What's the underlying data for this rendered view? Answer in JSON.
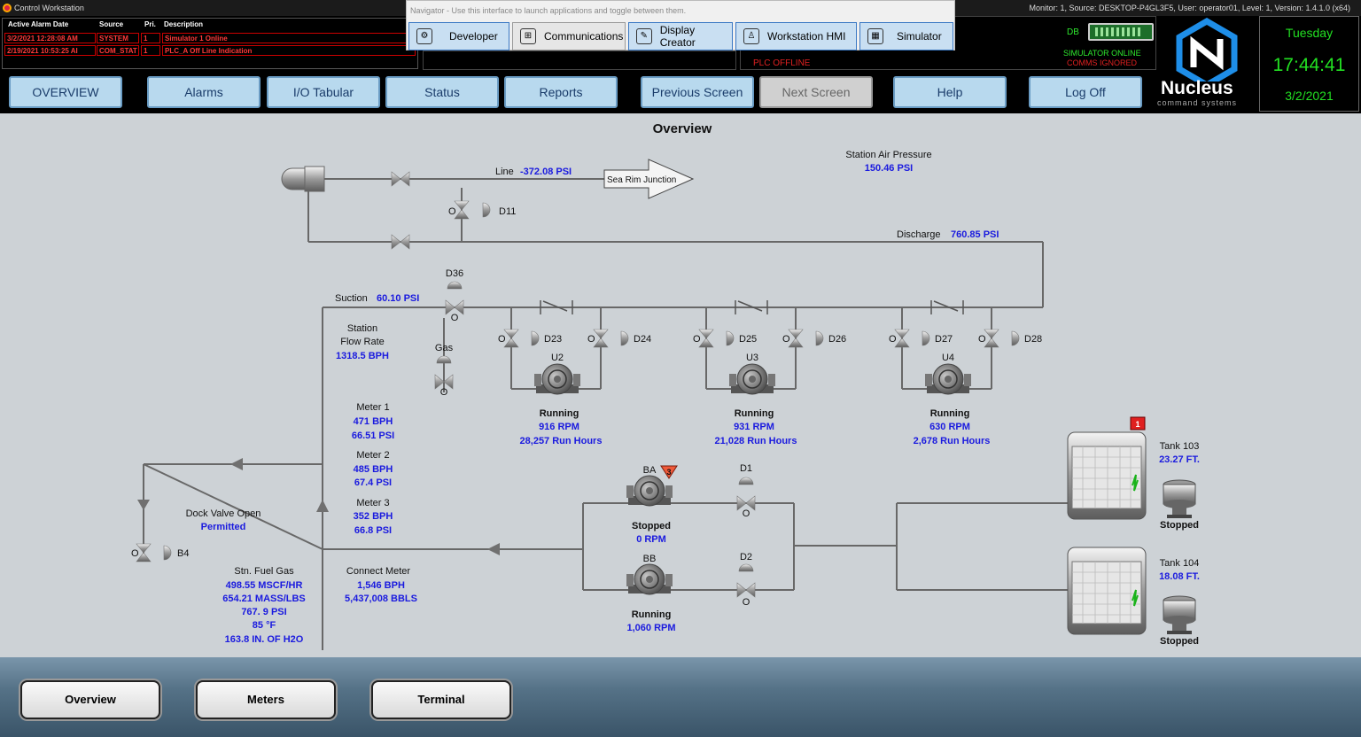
{
  "window": {
    "title": "Control Workstation",
    "info": "Monitor: 1, Source: DESKTOP-P4GL3F5, User: operator01, Level: 1, Version: 1.4.1.0 (x64)"
  },
  "alarms": {
    "headers": [
      "Active Alarm Date",
      "Source",
      "Pri.",
      "Description"
    ],
    "rows": [
      {
        "date": "3/2/2021 12:28:08 AM",
        "source": "SYSTEM",
        "pri": "1",
        "desc": "Simulator 1 Online"
      },
      {
        "date": "2/19/2021 10:53:25 AI",
        "source": "COM_STAT",
        "pri": "1",
        "desc": "PLC_A Off Line Indication"
      }
    ]
  },
  "navigator": {
    "hint": "Navigator - Use this interface to launch applications and toggle between them.",
    "items": [
      "Developer",
      "Communications",
      "Display Creator",
      "Workstation HMI",
      "Simulator"
    ],
    "icons": [
      "gear-icon",
      "network-icon",
      "display-creator-icon",
      "user-lock-icon",
      "simulator-icon"
    ]
  },
  "status": {
    "plc": "PLC OFFLINE",
    "db": "DB",
    "sim": "SIMULATOR ONLINE",
    "comms": "COMMS IGNORED"
  },
  "logo": {
    "name": "Nucleus",
    "tagline": "command systems"
  },
  "clock": {
    "day": "Tuesday",
    "time": "17:44:41",
    "date": "3/2/2021"
  },
  "toolbar": [
    "OVERVIEW",
    "Alarms",
    "I/O Tabular",
    "Status",
    "Reports",
    "Previous Screen",
    "Next Screen",
    "Help",
    "Log Off"
  ],
  "overview": {
    "title": "Overview",
    "line_label": "Line",
    "line_value": "-372.08 PSI",
    "sea_rim": "Sea Rim Junction",
    "air_label": "Station Air Pressure",
    "air_value": "150.46 PSI",
    "discharge_label": "Discharge",
    "discharge_value": "760.85 PSI",
    "suction_label": "Suction",
    "suction_value": "60.10 PSI",
    "flow_label1": "Station",
    "flow_label2": "Flow Rate",
    "flow_value": "1318.5 BPH",
    "gas": "Gas",
    "meters": [
      {
        "name": "Meter 1",
        "bph": "471 BPH",
        "psi": "66.51 PSI"
      },
      {
        "name": "Meter 2",
        "bph": "485 BPH",
        "psi": "67.4 PSI"
      },
      {
        "name": "Meter 3",
        "bph": "352 BPH",
        "psi": "66.8 PSI"
      }
    ],
    "dock_label": "Dock Valve Open",
    "dock_value": "Permitted",
    "fuel_label": "Stn. Fuel Gas",
    "fuel_values": [
      "498.55 MSCF/HR",
      "654.21 MASS/LBS",
      "767. 9 PSI",
      "85 °F",
      "163.8 IN. OF H2O"
    ],
    "connect_label": "Connect Meter",
    "connect_values": [
      "1,546 BPH",
      "5,437,008 BBLS"
    ],
    "units": [
      {
        "name": "U2",
        "state": "Running",
        "rpm": "916 RPM",
        "hours": "28,257 Run Hours"
      },
      {
        "name": "U3",
        "state": "Running",
        "rpm": "931 RPM",
        "hours": "21,028 Run Hours"
      },
      {
        "name": "U4",
        "state": "Running",
        "rpm": "630 RPM",
        "hours": "2,678 Run Hours"
      }
    ],
    "booster_a": {
      "name": "BA",
      "badge": "3",
      "state": "Stopped",
      "rpm": "0 RPM"
    },
    "booster_b": {
      "name": "BB",
      "state": "Running",
      "rpm": "1,060 RPM"
    },
    "valves": {
      "d11": "D11",
      "d36": "D36",
      "d23": "D23",
      "d24": "D24",
      "d25": "D25",
      "d26": "D26",
      "d27": "D27",
      "d28": "D28",
      "d1": "D1",
      "d2": "D2",
      "b4": "B4",
      "open": "O"
    },
    "tanks": [
      {
        "name": "Tank 103",
        "level": "23.27 FT.",
        "pump": "Stopped",
        "badge": "1"
      },
      {
        "name": "Tank 104",
        "level": "18.08 FT.",
        "pump": "Stopped"
      }
    ]
  },
  "bottom_tabs": [
    "Overview",
    "Meters",
    "Terminal"
  ],
  "colors": {
    "value_blue": "#1a1adf",
    "alarm_red": "#ff3a3a",
    "status_green": "#2ee82e",
    "background": "#cdd2d6"
  }
}
